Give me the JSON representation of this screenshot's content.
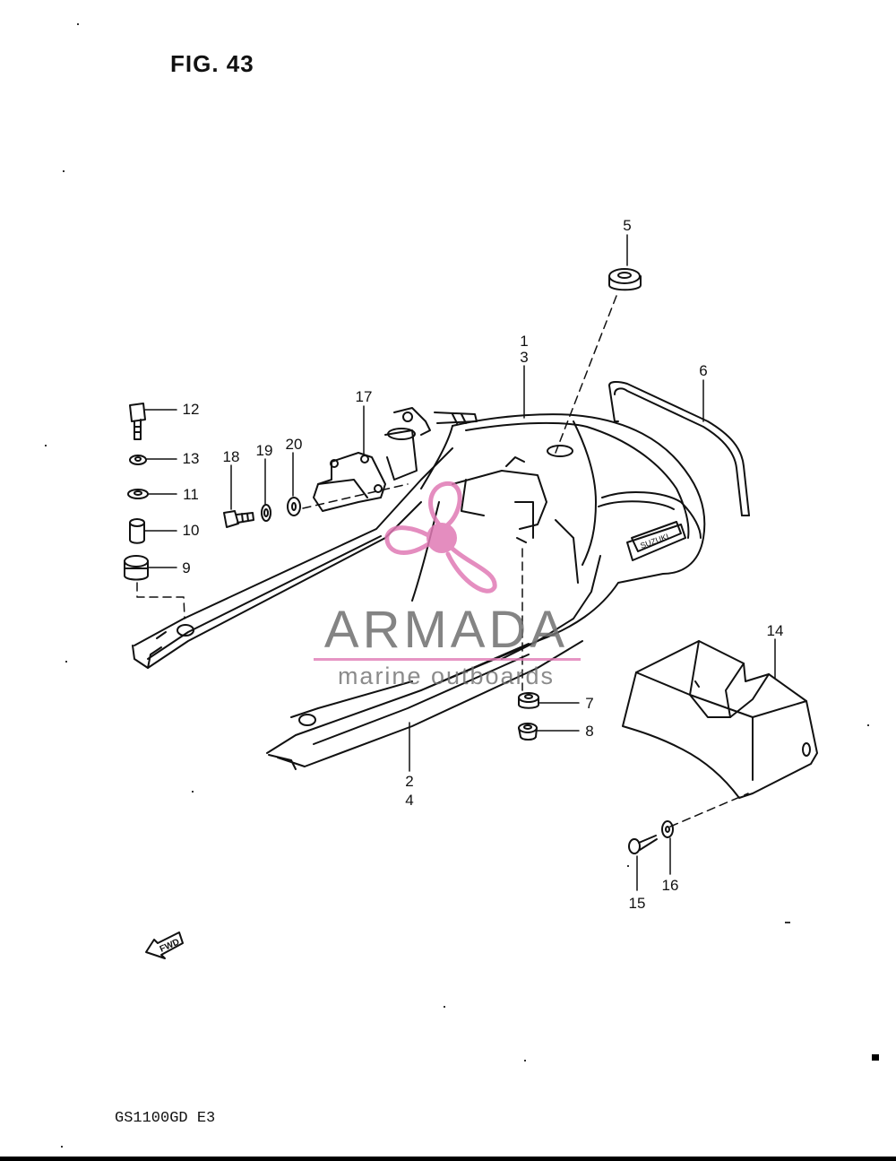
{
  "figure": {
    "title": "FIG. 43",
    "model": "GS1100GD E3"
  },
  "callouts": [
    {
      "id": "c1",
      "label": "1"
    },
    {
      "id": "c3",
      "label": "3"
    },
    {
      "id": "c2",
      "label": "2"
    },
    {
      "id": "c4",
      "label": "4"
    },
    {
      "id": "c5",
      "label": "5"
    },
    {
      "id": "c6",
      "label": "6"
    },
    {
      "id": "c7",
      "label": "7"
    },
    {
      "id": "c8",
      "label": "8"
    },
    {
      "id": "c9",
      "label": "9"
    },
    {
      "id": "c10",
      "label": "10"
    },
    {
      "id": "c11",
      "label": "11"
    },
    {
      "id": "c12",
      "label": "12"
    },
    {
      "id": "c13",
      "label": "13"
    },
    {
      "id": "c14",
      "label": "14"
    },
    {
      "id": "c15",
      "label": "15"
    },
    {
      "id": "c16",
      "label": "16"
    },
    {
      "id": "c17",
      "label": "17"
    },
    {
      "id": "c18",
      "label": "18"
    },
    {
      "id": "c19",
      "label": "19"
    },
    {
      "id": "c20",
      "label": "20"
    }
  ],
  "watermark": {
    "brand": "ARMADA",
    "tagline": "marine outboards"
  },
  "fwd_badge": "FWD",
  "emblem_text": "SUZUKI",
  "colors": {
    "line": "#111111",
    "watermark_pink": "#e07ab5",
    "watermark_gray": "#777777"
  }
}
